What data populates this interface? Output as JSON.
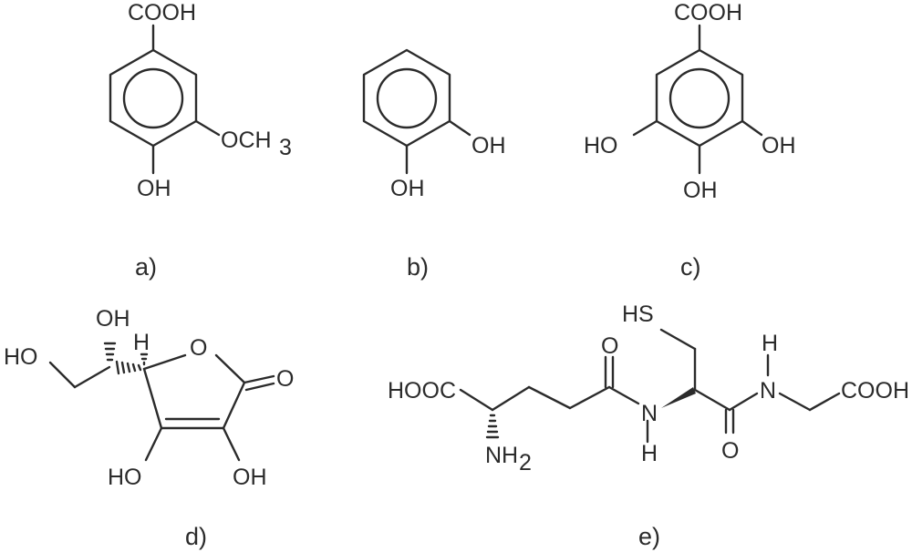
{
  "structures": {
    "a": {
      "caption": "a)",
      "top_group": "COOH",
      "side_group": "OCH",
      "side_group_sub": "3",
      "bottom_group": "OH"
    },
    "b": {
      "caption": "b)",
      "side_group": "OH",
      "bottom_group": "OH"
    },
    "c": {
      "caption": "c)",
      "top_group": "COOH",
      "left_group": "HO",
      "right_group": "OH",
      "bottom_group": "OH"
    },
    "d": {
      "caption": "d)",
      "top_oh": "OH",
      "stereo_h": "H",
      "left_ho": "HO",
      "ring_o": "O",
      "carbonyl_o": "O",
      "bottom_left_ho": "HO",
      "bottom_right_oh": "OH"
    },
    "e": {
      "caption": "e)",
      "hooc": "HOOC",
      "nh2": "NH",
      "nh2_sub": "2",
      "hs": "HS",
      "amide1_o": "O",
      "amide1_n": "N",
      "amide1_h": "H",
      "amide2_h": "H",
      "amide2_n": "N",
      "amide2_o": "O",
      "cooh": "COOH"
    }
  }
}
